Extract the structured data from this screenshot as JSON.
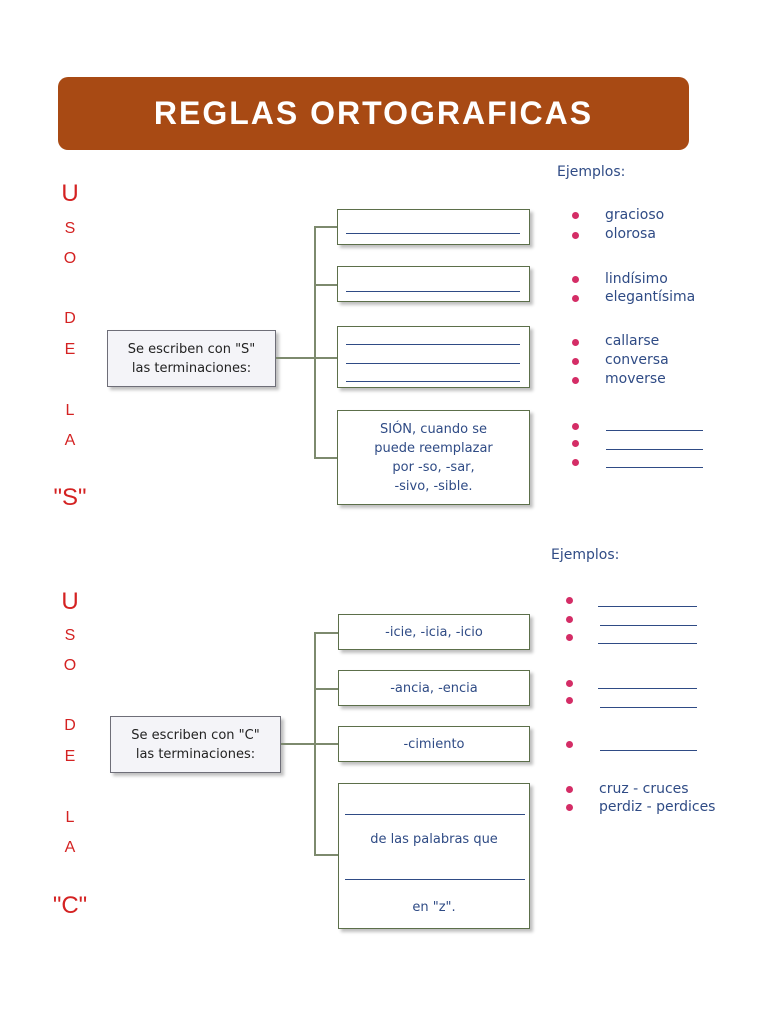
{
  "title": "REGLAS ORTOGRAFICAS",
  "colors": {
    "title_bg": "#a84a14",
    "side_letters": "#d42222",
    "text_blue": "#2f4b85",
    "bullet": "#d42d66"
  },
  "section_s": {
    "side": [
      "U",
      "S",
      "O",
      "D",
      "E",
      "L",
      "A",
      "\"S\""
    ],
    "rule": "Se escriben con \"S\"\nlas terminaciones:",
    "examples_label": "Ejemplos:",
    "box4_text": "SIÓN, cuando se\npuede reemplazar\npor -so, -sar,\n-sivo, -sible.",
    "examples": [
      [
        "gracioso",
        "olorosa"
      ],
      [
        "lindísimo",
        "elegantísima"
      ],
      [
        "callarse",
        "conversa",
        "moverse"
      ],
      [
        "",
        "",
        ""
      ]
    ]
  },
  "section_c": {
    "side": [
      "U",
      "S",
      "O",
      "D",
      "E",
      "L",
      "A",
      "\"C\""
    ],
    "rule": "Se escriben con \"C\"\nlas terminaciones:",
    "examples_label": "Ejemplos:",
    "box1_text": "-icie, -icia, -icio",
    "box2_text": "-ancia, -encia",
    "box3_text": "-cimiento",
    "box4_line1": "de las palabras que",
    "box4_line2": "en \"z\".",
    "examples_last": [
      "cruz - cruces",
      "perdiz - perdices"
    ]
  }
}
